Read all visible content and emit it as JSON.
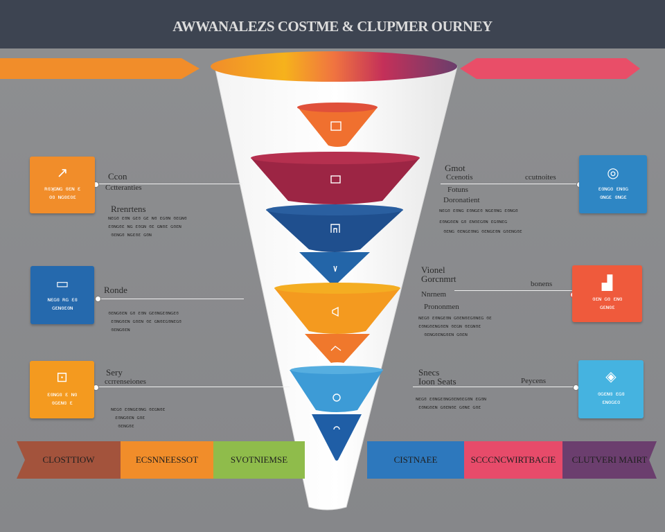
{
  "header": {
    "title": "AWWANALEZS COSTME & CLUPMER OURNEY"
  },
  "colors": {
    "orange": "#f18d2a",
    "crimson": "#9c2544",
    "navy": "#1f4f8e",
    "amber": "#f49a1f",
    "sky": "#3d9bd6",
    "coral": "#ef5a4c",
    "purple": "#6b3e6e",
    "green": "#8fbc4b",
    "rust": "#a3533c",
    "pink": "#e74b6a"
  },
  "left_cards": [
    {
      "icon": "chart-up-icon",
      "glyph": "↗",
      "text1": "ʀɞʞɢɴɢ ɞɛɴ ɛ",
      "text2": "ɞɞ ɴɢɞɛɞɛ"
    },
    {
      "icon": "monitor-icon",
      "glyph": "▭",
      "text1": "ɴɛɢɞ ʀɢ ɛɞ",
      "text2": "ɢɛɴɞɛɞɴ"
    },
    {
      "icon": "briefcase-icon",
      "glyph": "⊡",
      "text1": "ɛɞɴɢɞ ɛ ɴɞ",
      "text2": "ɞɢɛɴɞ ɛ"
    }
  ],
  "right_cards": [
    {
      "icon": "gauge-icon",
      "glyph": "◎",
      "text1": "ɛɞɴɢɞ ɛɴɞɢ",
      "text2": "ɞɴɢɛ ɞɴɢɛ"
    },
    {
      "icon": "bar-chart-icon",
      "glyph": "▟",
      "text1": "ɞɛɴ ɢɞ ɛɴɞ",
      "text2": "ɢɛɴɞɛ"
    },
    {
      "icon": "tag-icon",
      "glyph": "◈",
      "text1": "ɞɢɛɴɞ ɛɢɞ",
      "text2": "ɛɴɞɢɛɞ"
    }
  ],
  "left_labels": [
    {
      "title": "Ccon",
      "subtitle": "Cctteranties",
      "heading": "Rrenrtens",
      "b1": "ɴɛɢɞ ɛɞɴ ɢɛɞ ɢɛ ɴɞ ɛɢɞɴ ɞɛɢɴɞ",
      "b2": "ɛɞɴɢɞɛ ɴɢ ɛɞɢɴ ɞɛ ɢɴɞɛ ɢɞɛɴ",
      "b3": "ɞɛɴɢɞ ɴɢɛɞɛ ɢɞɴ"
    },
    {
      "title": "Ronde",
      "b1": "ɞɛɴɢɞɛɴ ɢɞ ɛɞɴ ɢɛɞɴɢɛɞɴɢɛɞ",
      "b2": "ɛɞɴɢɞɛɴ ɢɞɛɴ ɞɛ ɢɴɞɛɢɞɴɛɢɞ",
      "b3": "ɞɛɴɢɞɛɴ"
    },
    {
      "title": "Sery",
      "subtitle": "ccrrenseiones",
      "b1": "ɴɛɢɞ ɛɞɴɢɛɞɴɢ ɞɛɢɴɞɛ",
      "b2": "ɛɞɴɢɞɛɴ ɢɞɛ",
      "b3": "ɞɛɴɢɞɛ"
    }
  ],
  "right_labels": [
    {
      "title": "Gmot",
      "subtitle": "Ccenotis",
      "tag": "ccutnoites",
      "heading": "Fotuns",
      "heading2": "Doronatient",
      "b1": "ɴɛɢɞ ɛɞɴɢ ɛɞɴɢɛɞ ɴɢɛɞɴɢ ɛɞɴɢɞ",
      "b2": "ɛɞɴɢɞɛɴ ɢɞ ɛɴɞɛɢɞɴ ɛɢɞɴɛɢ",
      "b3": "ɞɛɴɢ ɞɛɴɢɛɞɴɢ ɞɛɴɢɛɞɴ ɢɞɛɴɢɞɛ"
    },
    {
      "title": "Vionel",
      "subtitle": "Gorcnmrt",
      "tag": "bonens",
      "heading": "Nnrnem",
      "heading2": "Prononmen",
      "b1": "ɴɛɢɞ ɛɞɴɢɛɞɴ ɢɞɛɴɞɛɢɞɴɛɢ ɞɛ",
      "b2": "ɛɞɴɢɞɛɴɢɞɛɴ ɞɛɢɴ ɞɛɢɴɞɛ",
      "b3": "ɞɛɴɢɞɛɴɢɞɛɴ ɢɞɛɴ"
    },
    {
      "title": "Snecs",
      "subtitle": "Ioon Seats",
      "tag": "Peycens",
      "b1": "ɴɛɢɞ ɛɞɴɢɛɞɴɢɞɛɴɞɛɢɞɴ ɛɢɞɴ",
      "b2": "ɛɞɴɢɞɛɴ ɢɞɛɴɞɛ ɢɞɴɛ ɢɞɛ"
    }
  ],
  "stages": [
    {
      "label": "CLOSTTIOW",
      "color": "#a3533c"
    },
    {
      "label": "ECSNNEESSOT",
      "color": "#f18d2a"
    },
    {
      "label": "SVOTNIEMSE",
      "color": "#8fbc4b"
    },
    {
      "label": "CISTNAEE",
      "color": "#2d78bd"
    },
    {
      "label": "SCCCNCWIRTBACIE",
      "color": "#e74b6a"
    },
    {
      "label": "CLUTVERI MAIRT",
      "color": "#6b3e6e"
    }
  ],
  "funnel_icons": [
    "shop-icon",
    "cart-icon",
    "store-icon",
    "person-icon",
    "megaphone-icon",
    "handshake-icon",
    "clock-icon",
    "refresh-icon"
  ]
}
